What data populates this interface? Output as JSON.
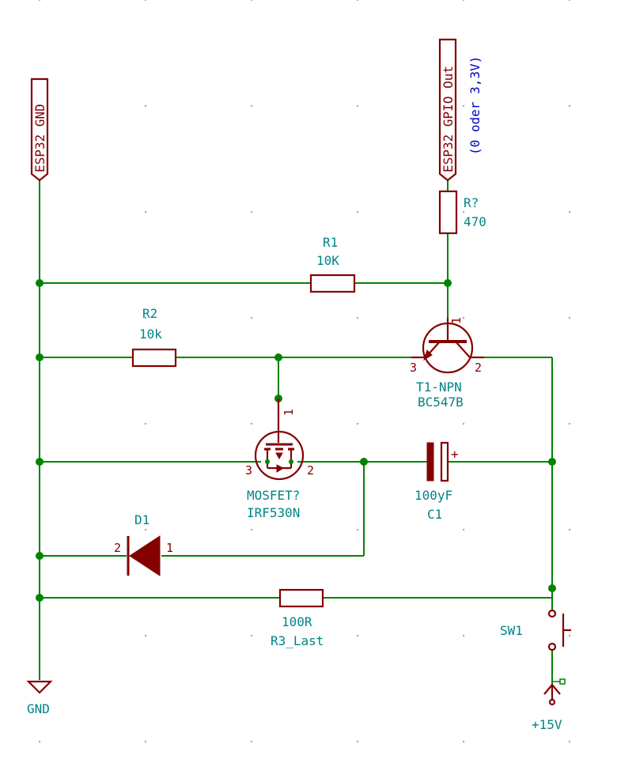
{
  "colors": {
    "wire": "#008400",
    "component": "#840000",
    "label_text": "#008484",
    "note_text": "#0000c2",
    "background": "#ffffff"
  },
  "labels": {
    "gnd_port": "ESP32_GND",
    "gpio_port": "ESP32_GPIO_Out",
    "gpio_note": "(0 oder 3,3V)"
  },
  "components": {
    "r_gpio": {
      "ref": "R?",
      "value": "470"
    },
    "r1": {
      "ref": "R1",
      "value": "10K"
    },
    "r2": {
      "ref": "R2",
      "value": "10k"
    },
    "t1": {
      "ref": "T1-NPN",
      "value": "BC547B",
      "pin_b": "1",
      "pin_e": "3",
      "pin_c": "2"
    },
    "mosfet": {
      "ref": "MOSFET?",
      "value": "IRF530N",
      "pin_g": "1",
      "pin_s": "3",
      "pin_d": "2"
    },
    "c1": {
      "ref": "C1",
      "value": "100yF",
      "plus": "+"
    },
    "d1": {
      "ref": "D1",
      "pin_a": "2",
      "pin_k": "1"
    },
    "r3": {
      "ref": "R3_Last",
      "value": "100R"
    },
    "sw1": {
      "ref": "SW1"
    }
  },
  "power": {
    "gnd": "GND",
    "vplus": "+15V"
  }
}
